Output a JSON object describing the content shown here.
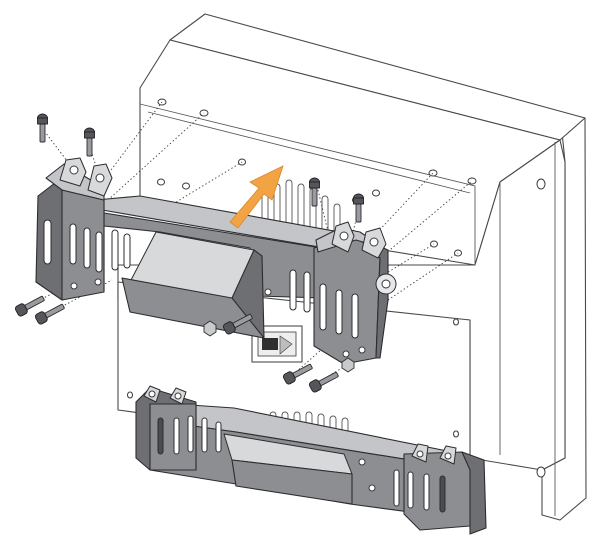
{
  "figure": {
    "label_plate_text": "",
    "colors": {
      "housing_outline": "#4a4a4a",
      "bracket_gray": "#8d8e92",
      "bracket_light": "#c4c5c8",
      "arrow_orange": "#f2a444",
      "background": "#ffffff"
    },
    "parts": [
      "housing",
      "top-mounting-bracket",
      "bottom-mounting-bracket",
      "mounting-screws",
      "washers",
      "direction-arrow",
      "assembly-lines"
    ]
  }
}
